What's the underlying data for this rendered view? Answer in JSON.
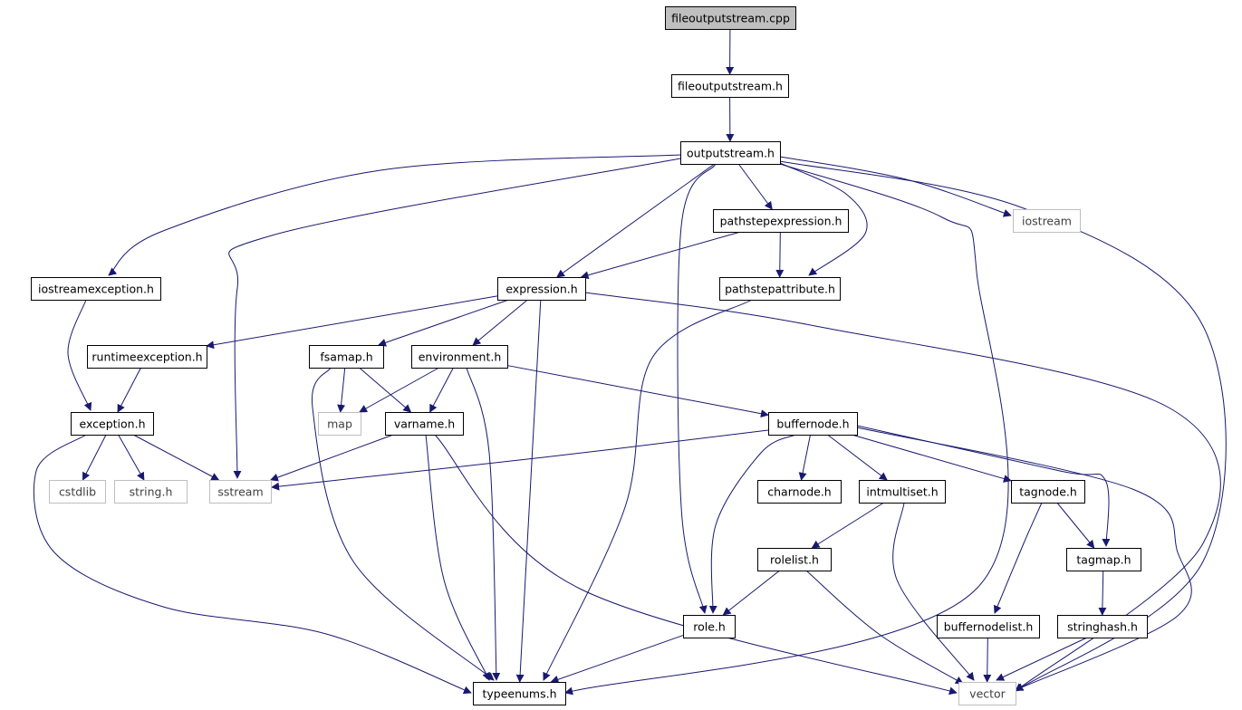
{
  "colors": {
    "edge": "#191970",
    "root_fill": "#bfbfbf",
    "node_border": "#000000",
    "external_border": "#bfbfbf",
    "external_text": "#404040"
  },
  "nodes": [
    {
      "id": "fileoutputstream_cpp",
      "label": "fileoutputstream.cpp",
      "kind": "root"
    },
    {
      "id": "fileoutputstream_h",
      "label": "fileoutputstream.h",
      "kind": "file"
    },
    {
      "id": "outputstream_h",
      "label": "outputstream.h",
      "kind": "file"
    },
    {
      "id": "pathstepexpression_h",
      "label": "pathstepexpression.h",
      "kind": "file"
    },
    {
      "id": "iostream",
      "label": "iostream",
      "kind": "external"
    },
    {
      "id": "iostreamexception_h",
      "label": "iostreamexception.h",
      "kind": "file"
    },
    {
      "id": "expression_h",
      "label": "expression.h",
      "kind": "file"
    },
    {
      "id": "pathstepattribute_h",
      "label": "pathstepattribute.h",
      "kind": "file"
    },
    {
      "id": "runtimeexception_h",
      "label": "runtimeexception.h",
      "kind": "file"
    },
    {
      "id": "fsamap_h",
      "label": "fsamap.h",
      "kind": "file"
    },
    {
      "id": "environment_h",
      "label": "environment.h",
      "kind": "file"
    },
    {
      "id": "exception_h",
      "label": "exception.h",
      "kind": "file"
    },
    {
      "id": "map",
      "label": "map",
      "kind": "external"
    },
    {
      "id": "varname_h",
      "label": "varname.h",
      "kind": "file"
    },
    {
      "id": "buffernode_h",
      "label": "buffernode.h",
      "kind": "file"
    },
    {
      "id": "cstdlib",
      "label": "cstdlib",
      "kind": "external"
    },
    {
      "id": "string_h",
      "label": "string.h",
      "kind": "external"
    },
    {
      "id": "sstream",
      "label": "sstream",
      "kind": "external"
    },
    {
      "id": "charnode_h",
      "label": "charnode.h",
      "kind": "file"
    },
    {
      "id": "intmultiset_h",
      "label": "intmultiset.h",
      "kind": "file"
    },
    {
      "id": "tagnode_h",
      "label": "tagnode.h",
      "kind": "file"
    },
    {
      "id": "rolelist_h",
      "label": "rolelist.h",
      "kind": "file"
    },
    {
      "id": "tagmap_h",
      "label": "tagmap.h",
      "kind": "file"
    },
    {
      "id": "role_h",
      "label": "role.h",
      "kind": "file"
    },
    {
      "id": "buffernodelist_h",
      "label": "buffernodelist.h",
      "kind": "file"
    },
    {
      "id": "stringhash_h",
      "label": "stringhash.h",
      "kind": "file"
    },
    {
      "id": "typeenums_h",
      "label": "typeenums.h",
      "kind": "file"
    },
    {
      "id": "vector",
      "label": "vector",
      "kind": "external"
    }
  ],
  "edges": [
    {
      "from": "fileoutputstream_cpp",
      "to": "fileoutputstream_h"
    },
    {
      "from": "fileoutputstream_h",
      "to": "outputstream_h"
    },
    {
      "from": "outputstream_h",
      "to": "iostreamexception_h"
    },
    {
      "from": "outputstream_h",
      "to": "sstream"
    },
    {
      "from": "outputstream_h",
      "to": "expression_h"
    },
    {
      "from": "outputstream_h",
      "to": "role_h"
    },
    {
      "from": "outputstream_h",
      "to": "pathstepexpression_h"
    },
    {
      "from": "outputstream_h",
      "to": "pathstepattribute_h"
    },
    {
      "from": "outputstream_h",
      "to": "typeenums_h"
    },
    {
      "from": "outputstream_h",
      "to": "vector"
    },
    {
      "from": "outputstream_h",
      "to": "iostream"
    },
    {
      "from": "pathstepexpression_h",
      "to": "expression_h"
    },
    {
      "from": "pathstepexpression_h",
      "to": "pathstepattribute_h"
    },
    {
      "from": "pathstepattribute_h",
      "to": "typeenums_h"
    },
    {
      "from": "iostreamexception_h",
      "to": "exception_h"
    },
    {
      "from": "expression_h",
      "to": "runtimeexception_h"
    },
    {
      "from": "expression_h",
      "to": "fsamap_h"
    },
    {
      "from": "expression_h",
      "to": "environment_h"
    },
    {
      "from": "expression_h",
      "to": "typeenums_h"
    },
    {
      "from": "expression_h",
      "to": "vector"
    },
    {
      "from": "runtimeexception_h",
      "to": "exception_h"
    },
    {
      "from": "fsamap_h",
      "to": "map"
    },
    {
      "from": "fsamap_h",
      "to": "varname_h"
    },
    {
      "from": "fsamap_h",
      "to": "typeenums_h"
    },
    {
      "from": "environment_h",
      "to": "map"
    },
    {
      "from": "environment_h",
      "to": "varname_h"
    },
    {
      "from": "environment_h",
      "to": "typeenums_h"
    },
    {
      "from": "environment_h",
      "to": "buffernode_h"
    },
    {
      "from": "exception_h",
      "to": "cstdlib"
    },
    {
      "from": "exception_h",
      "to": "string_h"
    },
    {
      "from": "exception_h",
      "to": "sstream"
    },
    {
      "from": "exception_h",
      "to": "typeenums_h"
    },
    {
      "from": "varname_h",
      "to": "sstream"
    },
    {
      "from": "varname_h",
      "to": "typeenums_h"
    },
    {
      "from": "varname_h",
      "to": "vector"
    },
    {
      "from": "buffernode_h",
      "to": "sstream"
    },
    {
      "from": "buffernode_h",
      "to": "charnode_h"
    },
    {
      "from": "buffernode_h",
      "to": "intmultiset_h"
    },
    {
      "from": "buffernode_h",
      "to": "tagnode_h"
    },
    {
      "from": "buffernode_h",
      "to": "tagmap_h"
    },
    {
      "from": "buffernode_h",
      "to": "role_h"
    },
    {
      "from": "buffernode_h",
      "to": "vector"
    },
    {
      "from": "intmultiset_h",
      "to": "rolelist_h"
    },
    {
      "from": "intmultiset_h",
      "to": "vector"
    },
    {
      "from": "tagnode_h",
      "to": "tagmap_h"
    },
    {
      "from": "tagnode_h",
      "to": "buffernodelist_h"
    },
    {
      "from": "rolelist_h",
      "to": "role_h"
    },
    {
      "from": "rolelist_h",
      "to": "vector"
    },
    {
      "from": "tagmap_h",
      "to": "stringhash_h"
    },
    {
      "from": "role_h",
      "to": "typeenums_h"
    },
    {
      "from": "buffernodelist_h",
      "to": "vector"
    },
    {
      "from": "stringhash_h",
      "to": "vector"
    }
  ]
}
